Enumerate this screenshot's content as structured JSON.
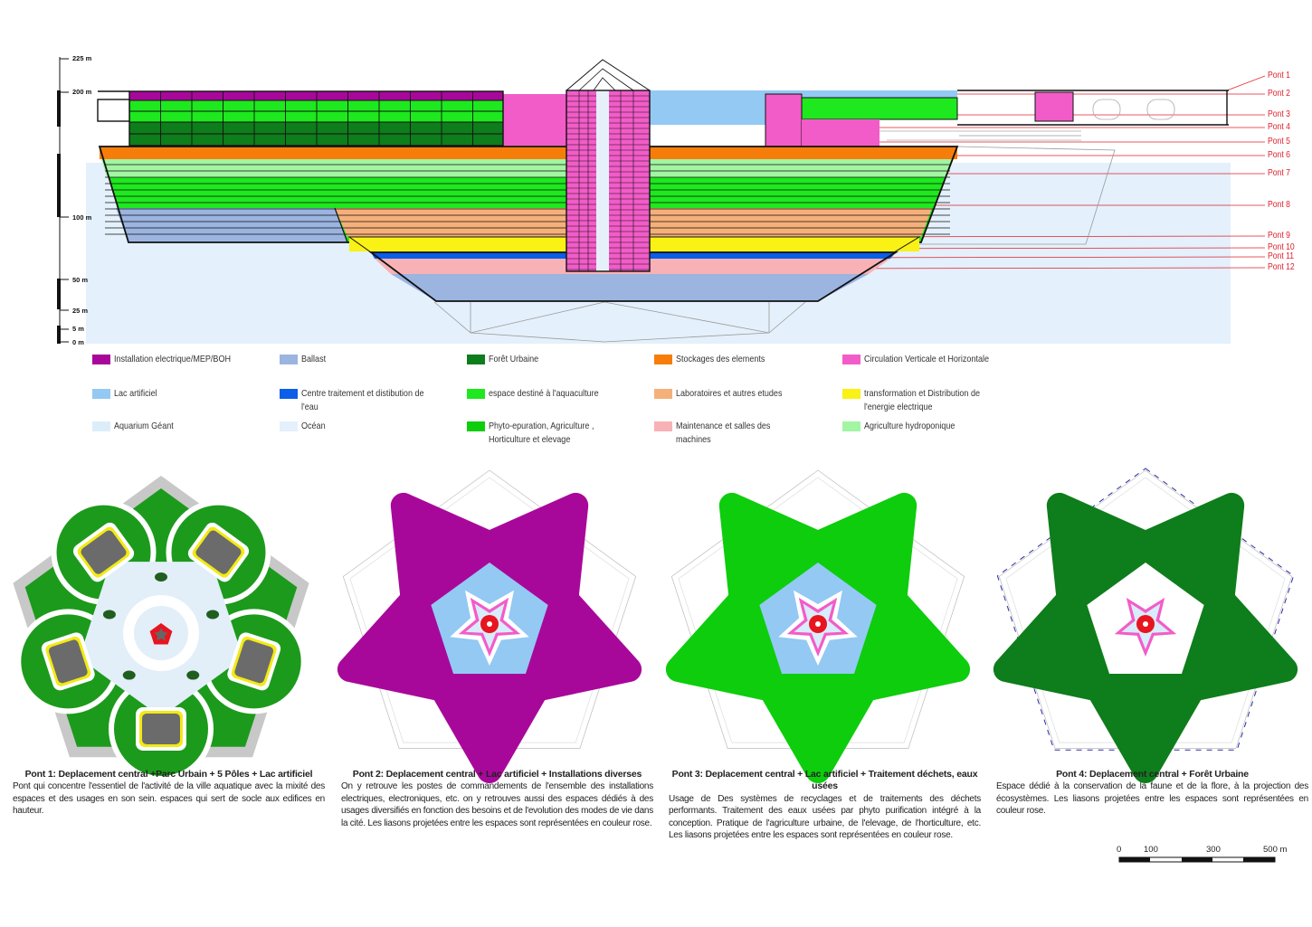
{
  "section": {
    "ruler": [
      "225 m",
      "200 m",
      "100 m",
      "50 m",
      "25 m",
      "5 m",
      "0 m"
    ],
    "ponts": [
      "Pont 1",
      "Pont 2",
      "Pont 3",
      "Pont 4",
      "Pont 5",
      "Pont 6",
      "Pont 7",
      "Pont 8",
      "Pont 9",
      "Pont 10",
      "Pont 11",
      "Pont 12"
    ]
  },
  "legend": [
    {
      "label": "Installation electrique/MEP/BOH",
      "color": "#a8089a"
    },
    {
      "label": "Ballast",
      "color": "#9bb4e0"
    },
    {
      "label": "Forêt Urbaine",
      "color": "#0e7d1b"
    },
    {
      "label": "Stockages des elements",
      "color": "#f77d0b"
    },
    {
      "label": "Circulation Verticale et Horizontale",
      "color": "#f25cc8"
    },
    {
      "label": "Lac artificiel",
      "color": "#93c9f3"
    },
    {
      "label": "Centre traitement et distibution de l'eau",
      "color": "#0a5ee8"
    },
    {
      "label": "espace destiné à l'aquaculture",
      "color": "#1ee81e"
    },
    {
      "label": "Laboratoires et autres etudes",
      "color": "#f5b07a"
    },
    {
      "label": "transformation et Distribution de l'energie electrique",
      "color": "#f9f214"
    },
    {
      "label": "Aquarium Géant",
      "color": "#dcedfa"
    },
    {
      "label": "Océan",
      "color": "#e4f0fb"
    },
    {
      "label": "Phyto-epuration, Agriculture , Horticulture et elevage",
      "color": "#0dcd0d"
    },
    {
      "label": "Maintenance et salles des machines",
      "color": "#f8b2b6"
    },
    {
      "label": "Agriculture hydroponique",
      "color": "#a2f5a2"
    }
  ],
  "plans": [
    {
      "title": "Pont 1: Deplacement central +Parc Urbain + 5 Pôles + Lac artificiel",
      "body": "Pont qui concentre l'essentiel de l'activité de la ville aquatique avec la mixité des espaces et des usages en son sein. espaces qui sert de socle aux edifices en hauteur."
    },
    {
      "title": "Pont 2: Deplacement central + Lac artificiel + Installations diverses",
      "body": "On y retrouve les postes de commandements de l'ensemble des installations electriques, electroniques, etc. on y retrouves aussi des espaces dédiés à des usages diversifiés en fonction des besoins et de l'evolution des modes de vie dans la cité. Les liasons projetées entre les espaces sont représentées en couleur rose."
    },
    {
      "title": "Pont 3: Deplacement central + Lac artificiel + Traitement déchets, eaux usées",
      "body": "Usage de Des systèmes de recyclages et de traitements des déchets performants. Traitement des eaux usées par phyto purification intégré à la conception. Pratique de l'agriculture urbaine, de l'elevage, de l'horticulture, etc. Les liasons projetées entre les espaces sont représentées en couleur rose."
    },
    {
      "title": "Pont 4: Deplacement central + Forêt Urbaine",
      "body": "Espace dédié à la conservation de la faune et de la flore, à la projection des écosystèmes. Les liasons projetées entre les espaces sont représentées en couleur rose."
    }
  ],
  "scalebar": {
    "labels": [
      "0",
      "100",
      "300",
      "500 m"
    ]
  }
}
